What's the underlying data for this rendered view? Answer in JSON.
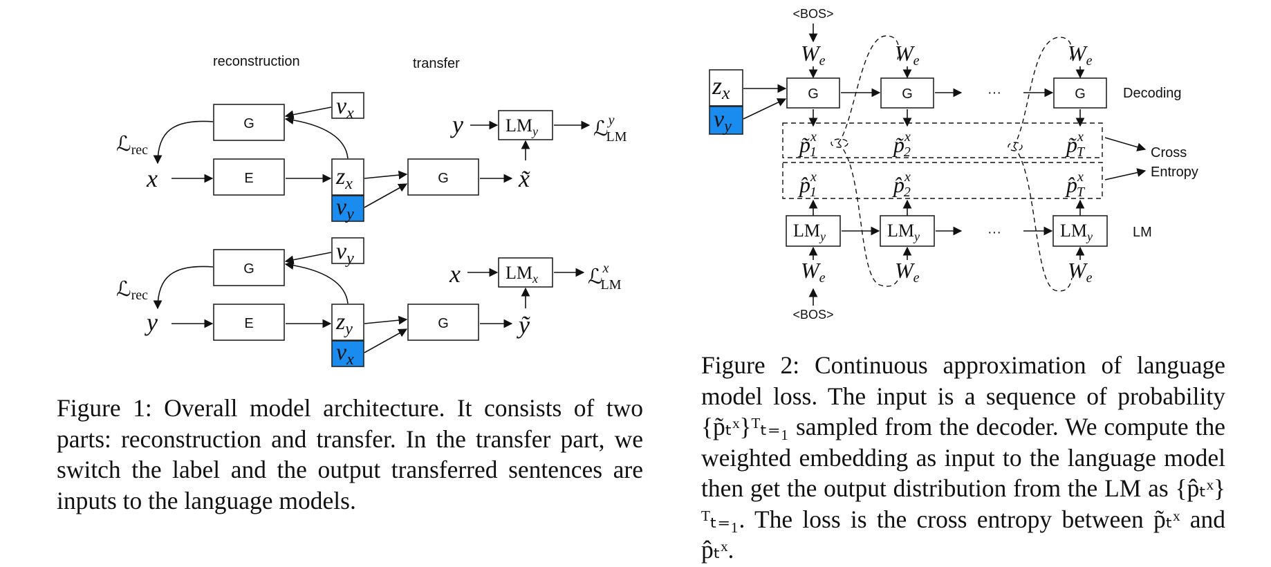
{
  "figure1": {
    "section_reconstruction": "reconstruction",
    "section_transfer": "transfer",
    "g_label": "G",
    "e_label": "E",
    "top": {
      "loss_rec": "ℒ",
      "loss_rec_sub": "rec",
      "input": "x",
      "latent": "z",
      "latent_sub": "x",
      "label_own": "v",
      "label_own_sub": "x",
      "label_swap": "v",
      "label_swap_sub": "y",
      "lm_input": "y",
      "lm": "LM",
      "lm_sub": "y",
      "lm_loss": "ℒ",
      "lm_loss_sup": "y",
      "lm_loss_sub": "LM",
      "output": "x̃"
    },
    "bottom": {
      "loss_rec": "ℒ",
      "loss_rec_sub": "rec",
      "input": "y",
      "latent": "z",
      "latent_sub": "y",
      "label_own": "v",
      "label_own_sub": "y",
      "label_swap": "v",
      "label_swap_sub": "x",
      "lm_input": "x",
      "lm": "LM",
      "lm_sub": "x",
      "lm_loss": "ℒ",
      "lm_loss_sup": "x",
      "lm_loss_sub": "LM",
      "output": "ỹ"
    }
  },
  "figure2": {
    "bos": "<BOS>",
    "we": "W",
    "we_sub": "e",
    "z": "z",
    "z_sub": "x",
    "v": "v",
    "v_sub": "y",
    "g_label": "G",
    "ellipsis": "···",
    "decoding_label": "Decoding",
    "lm_row_label": "LM",
    "lm": "LM",
    "lm_sub": "y",
    "cross_label": "Cross",
    "entropy_label": "Entropy",
    "p_tilde": "p̃",
    "p_hat": "p̂",
    "p_sup": "x",
    "sub_1": "1",
    "sub_2": "2",
    "sub_T": "T"
  },
  "captions": {
    "figure1": "Figure 1: Overall model architecture. It consists of two parts: reconstruction and transfer. In the transfer part, we switch the label and the output transferred sentences are inputs to the language models.",
    "figure2": "Figure 2: Continuous approximation of language model loss. The input is a sequence of probability {p̃ₜˣ}ᵀₜ₌₁ sampled from the decoder. We compute the weighted embedding as input to the language model then get the output distribution from the LM as {p̂ₜˣ}ᵀₜ₌₁. The loss is the cross entropy between p̃ₜˣ and p̂ₜˣ."
  }
}
